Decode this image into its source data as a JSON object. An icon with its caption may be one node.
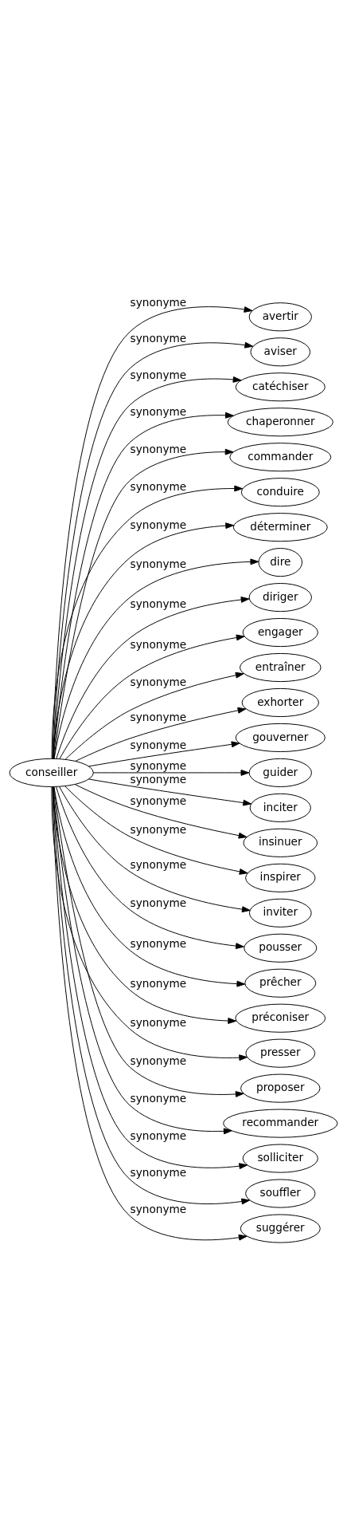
{
  "diagram": {
    "nodes": [
      {
        "text": [
          "conseiller"
        ]
      },
      {
        "text": [
          "avertir"
        ]
      },
      {
        "text": [
          "aviser"
        ]
      },
      {
        "text": [
          "catéchiser"
        ]
      },
      {
        "text": [
          "chaperonner"
        ]
      },
      {
        "text": [
          "commander"
        ]
      },
      {
        "text": [
          "conduire"
        ]
      },
      {
        "text": [
          "déterminer"
        ]
      },
      {
        "text": [
          "dire"
        ]
      },
      {
        "text": [
          "diriger"
        ]
      },
      {
        "text": [
          "engager"
        ]
      },
      {
        "text": [
          "entraîner"
        ]
      },
      {
        "text": [
          "exhorter"
        ]
      },
      {
        "text": [
          "gouverner"
        ]
      },
      {
        "text": [
          "guider"
        ]
      },
      {
        "text": [
          "inciter"
        ]
      },
      {
        "text": [
          "insinuer"
        ]
      },
      {
        "text": [
          "inspirer"
        ]
      },
      {
        "text": [
          "inviter"
        ]
      },
      {
        "text": [
          "pousser"
        ]
      },
      {
        "text": [
          "prêcher"
        ]
      },
      {
        "text": [
          "préconiser"
        ]
      },
      {
        "text": [
          "presser"
        ]
      },
      {
        "text": [
          "proposer"
        ]
      },
      {
        "text": [
          "recommander"
        ]
      },
      {
        "text": [
          "solliciter"
        ]
      },
      {
        "text": [
          "souffler"
        ]
      },
      {
        "text": [
          "suggérer"
        ]
      }
    ],
    "edges": [
      {
        "from": 0,
        "to": 1,
        "arrow": "to",
        "label": "synonyme"
      },
      {
        "from": 0,
        "to": 2,
        "arrow": "to",
        "label": "synonyme"
      },
      {
        "from": 0,
        "to": 3,
        "arrow": "to",
        "label": "synonyme"
      },
      {
        "from": 0,
        "to": 4,
        "arrow": "to",
        "label": "synonyme"
      },
      {
        "from": 0,
        "to": 5,
        "arrow": "to",
        "label": "synonyme"
      },
      {
        "from": 0,
        "to": 6,
        "arrow": "to",
        "label": "synonyme"
      },
      {
        "from": 0,
        "to": 7,
        "arrow": "to",
        "label": "synonyme"
      },
      {
        "from": 0,
        "to": 8,
        "arrow": "to",
        "label": "synonyme"
      },
      {
        "from": 0,
        "to": 9,
        "arrow": "to",
        "label": "synonyme"
      },
      {
        "from": 0,
        "to": 10,
        "arrow": "to",
        "label": "synonyme"
      },
      {
        "from": 0,
        "to": 11,
        "arrow": "to",
        "label": "synonyme"
      },
      {
        "from": 0,
        "to": 12,
        "arrow": "to",
        "label": "synonyme"
      },
      {
        "from": 0,
        "to": 13,
        "arrow": "to",
        "label": "synonyme"
      },
      {
        "from": 0,
        "to": 14,
        "arrow": "to",
        "label": "synonyme"
      },
      {
        "from": 0,
        "to": 15,
        "arrow": "to",
        "label": "synonyme"
      },
      {
        "from": 0,
        "to": 16,
        "arrow": "to",
        "label": "synonyme"
      },
      {
        "from": 0,
        "to": 17,
        "arrow": "to",
        "label": "synonyme"
      },
      {
        "from": 0,
        "to": 18,
        "arrow": "to",
        "label": "synonyme"
      },
      {
        "from": 0,
        "to": 19,
        "arrow": "to",
        "label": "synonyme"
      },
      {
        "from": 0,
        "to": 20,
        "arrow": "to",
        "label": "synonyme"
      },
      {
        "from": 0,
        "to": 21,
        "arrow": "to",
        "label": "synonyme"
      },
      {
        "from": 0,
        "to": 22,
        "arrow": "to",
        "label": "synonyme"
      },
      {
        "from": 0,
        "to": 23,
        "arrow": "to",
        "label": "synonyme"
      },
      {
        "from": 0,
        "to": 24,
        "arrow": "to",
        "label": "synonyme"
      },
      {
        "from": 0,
        "to": 25,
        "arrow": "to",
        "label": "synonyme"
      },
      {
        "from": 0,
        "to": 26,
        "arrow": "to",
        "label": "synonyme"
      },
      {
        "from": 0,
        "to": 27,
        "arrow": "to",
        "label": "synonyme"
      }
    ]
  }
}
